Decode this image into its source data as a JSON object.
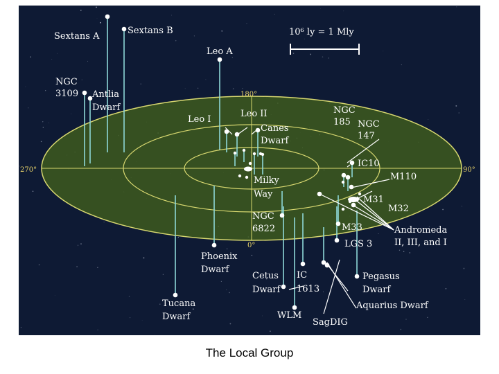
{
  "caption": "The Local Group",
  "scale_bar": {
    "label": "10⁶ ly = 1 Mly"
  },
  "angles": {
    "top": "180°",
    "bottom": "0°",
    "left": "270°",
    "right": "90°"
  },
  "colors": {
    "background": "#0e1a34",
    "disk_fill": "#3d5a1f",
    "ring": "#d8d870",
    "stem": "#8ed8d8",
    "text": "#ffffff"
  },
  "galaxies": [
    {
      "id": "sextans-a",
      "label": "Sextans A"
    },
    {
      "id": "sextans-b",
      "label": "Sextans B"
    },
    {
      "id": "leo-a",
      "label": "Leo A"
    },
    {
      "id": "ngc3109",
      "label": [
        "NGC",
        "3109"
      ]
    },
    {
      "id": "antlia",
      "label": [
        "Antlia",
        "Dwarf"
      ]
    },
    {
      "id": "leo-i",
      "label": "Leo I"
    },
    {
      "id": "leo-ii",
      "label": "Leo II"
    },
    {
      "id": "canes",
      "label": [
        "Canes",
        "Dwarf"
      ]
    },
    {
      "id": "milky-way",
      "label": [
        "Milky",
        "Way"
      ]
    },
    {
      "id": "ngc185",
      "label": [
        "NGC",
        "185"
      ]
    },
    {
      "id": "ngc147",
      "label": [
        "NGC",
        "147"
      ]
    },
    {
      "id": "ic10",
      "label": "IC10"
    },
    {
      "id": "m110",
      "label": "M110"
    },
    {
      "id": "m31",
      "label": "M31"
    },
    {
      "id": "m32",
      "label": "M32"
    },
    {
      "id": "andromeda",
      "label": [
        "Andromeda",
        "II, III, and I"
      ]
    },
    {
      "id": "ngc6822",
      "label": [
        "NGC",
        "6822"
      ]
    },
    {
      "id": "m33",
      "label": "M33"
    },
    {
      "id": "lgs3",
      "label": "LGS 3"
    },
    {
      "id": "phoenix",
      "label": [
        "Phoenix",
        "Dwarf"
      ]
    },
    {
      "id": "cetus",
      "label": [
        "Cetus",
        "Dwarf"
      ]
    },
    {
      "id": "ic1613",
      "label": [
        "IC",
        "1613"
      ]
    },
    {
      "id": "pegasus",
      "label": [
        "Pegasus",
        "Dwarf"
      ]
    },
    {
      "id": "tucana",
      "label": [
        "Tucana",
        "Dwarf"
      ]
    },
    {
      "id": "wlm",
      "label": "WLM"
    },
    {
      "id": "sagdig",
      "label": "SagDIG"
    },
    {
      "id": "aquarius",
      "label": "Aquarius Dwarf"
    }
  ]
}
